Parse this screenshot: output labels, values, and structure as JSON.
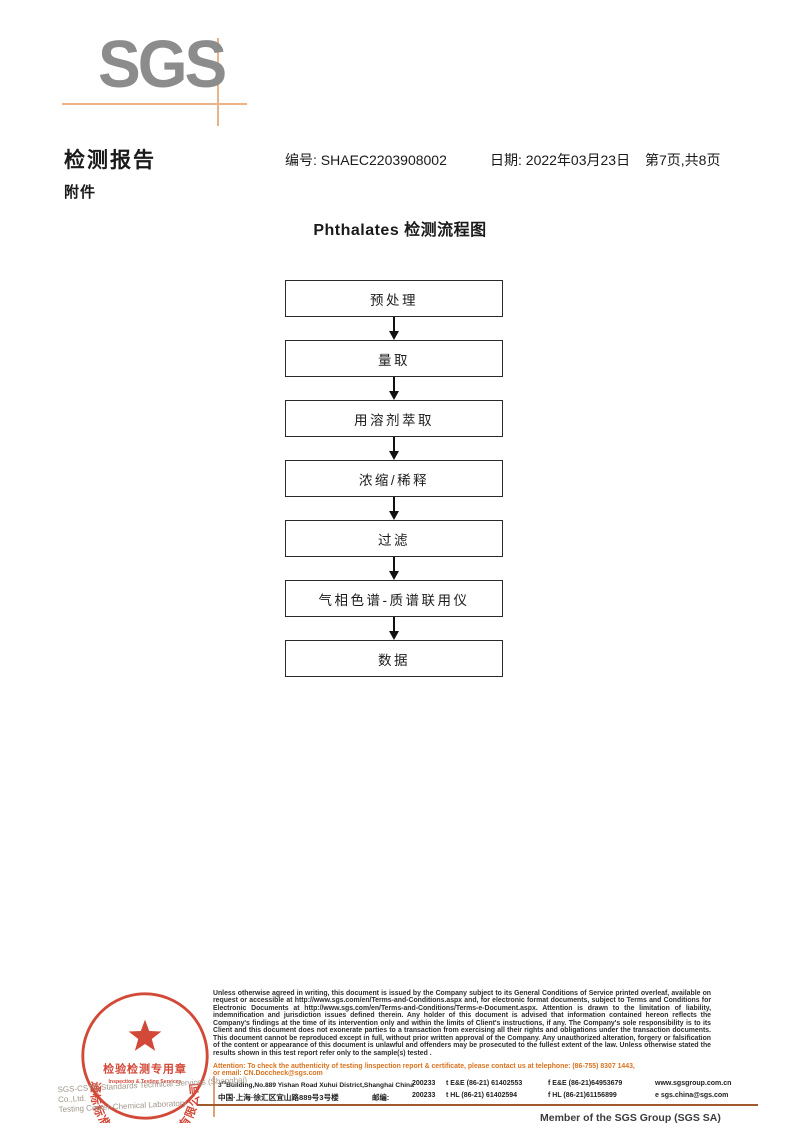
{
  "colors": {
    "logo_gray": "#8c8c8c",
    "crosshair_orange": "#ecb389",
    "stamp_red": "#cf3a28",
    "attention_orange": "#d9731f",
    "footer_rule_brown": "#a05a2c"
  },
  "header": {
    "logo_text": "SGS",
    "report_title": "检测报告",
    "report_no": "编号: SHAEC2203908002",
    "date": "日期: 2022年03月23日",
    "page_info": "第7页,共8页",
    "attachment": "附件"
  },
  "flowchart": {
    "title": "Phthalates 检测流程图",
    "steps": [
      "预处理",
      "量取",
      "用溶剂萃取",
      "浓缩/稀释",
      "过滤",
      "气相色谱-质谱联用仪",
      "数据"
    ]
  },
  "stamp": {
    "ring_text": "通标标准技术服务(上海)有限公司",
    "seal_line1": "检验检测专用章",
    "seal_line2": "Inspection & Testing Services",
    "company_line1": "SGS-CSTC Standards Technical Services (Shanghai) Co.,Ltd.",
    "company_line2": "Testing Center-Chemical Laboratory"
  },
  "footer": {
    "disclaimer": "Unless otherwise agreed in writing, this document is issued by the Company subject to its General Conditions of Service printed overleaf, available on request or accessible at http://www.sgs.com/en/Terms-and-Conditions.aspx and, for electronic format documents, subject to Terms and Conditions for Electronic Documents at http://www.sgs.com/en/Terms-and-Conditions/Terms-e-Document.aspx. Attention is drawn to the limitation of liability, indemnification and jurisdiction issues defined therein. Any holder of this document is advised that information contained hereon reflects the Company's findings at the time of its intervention only and within the limits of Client's instructions, if any. The Company's sole responsibility is to its Client and this document does not exonerate parties to a transaction from exercising all their rights and obligations under the transaction documents. This document cannot be reproduced except in full, without prior written approval of the Company. Any unauthorized alteration, forgery or falsification of the content or appearance of this document is unlawful and offenders may be prosecuted to the fullest extent of the law. Unless otherwise stated the results shown in this test report refer only to the sample(s) tested .",
    "attention_line1": "Attention: To check the authenticity of testing /inspection report & certificate, please contact us at telephone: (86-755) 8307 1443,",
    "attention_line2": "or email: CN.Doccheck@sgs.com",
    "address": {
      "en_num": "3",
      "en_ord": "rd",
      "en_rest": "Building,No.889 Yishan Road Xuhui District,Shanghai China",
      "en_postcode": "200233",
      "cn": "中国·上海·徐汇区宜山路889号3号楼",
      "cn_postcode_label": "邮编:",
      "cn_postcode": "200233",
      "tel_row1": "t E&E (86-21) 61402553",
      "fax_row1": "f E&E (86-21)64953679",
      "web": "www.sgsgroup.com.cn",
      "tel_row2": "t HL (86-21) 61402594",
      "fax_row2": "f HL (86-21)61156899",
      "email": "e  sgs.china@sgs.com"
    },
    "member_text": "Member of the SGS Group (SGS SA)"
  }
}
